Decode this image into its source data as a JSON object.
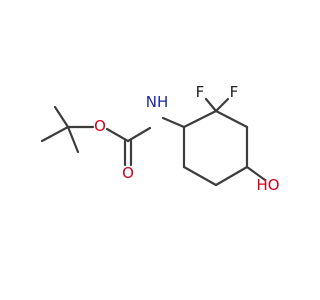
{
  "molecule": {
    "atoms": {
      "ester_oxygen": "O",
      "carbonyl_oxygen": "O",
      "amine_nitrogen": "NH",
      "fluorine_1": "F",
      "fluorine_2": "F",
      "hydroxyl": "HO"
    }
  },
  "colors": {
    "bond": "#3d3d3d",
    "oxygen": "#d9001b",
    "nitrogen": "#1a2aa8",
    "fluorine": "#1f1f1f",
    "background": "#ffffff"
  }
}
